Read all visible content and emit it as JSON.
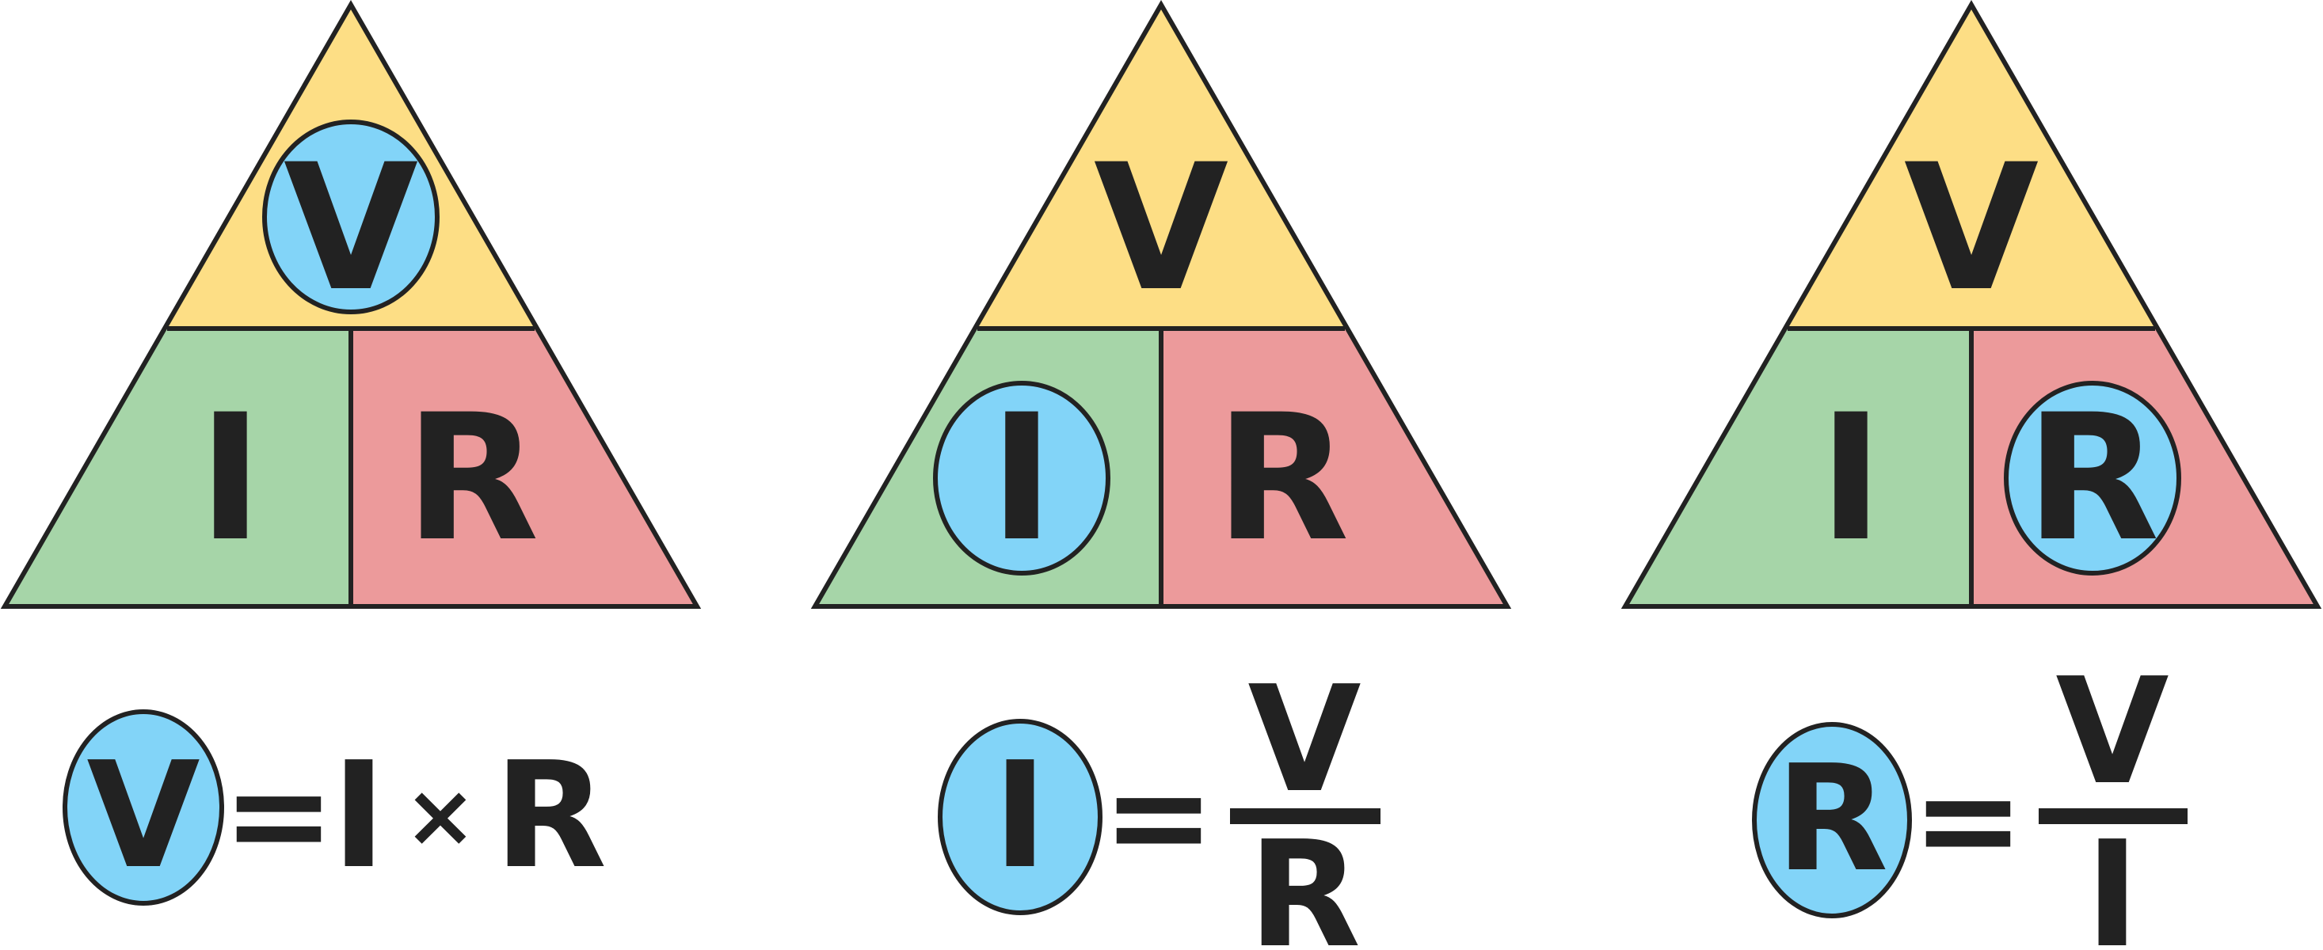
{
  "colors": {
    "top": "#FDDE85",
    "left": "#A6D5A8",
    "right": "#EC9A9B",
    "highlight": "#82D4F8",
    "stroke": "#222222"
  },
  "triangles": [
    {
      "top": "V",
      "left": "I",
      "right": "R",
      "highlight": "top"
    },
    {
      "top": "V",
      "left": "I",
      "right": "R",
      "highlight": "left"
    },
    {
      "top": "V",
      "left": "I",
      "right": "R",
      "highlight": "right"
    }
  ],
  "equations": [
    {
      "lhs": "V",
      "equals": "=",
      "a": "I",
      "times": "×",
      "b": "R"
    },
    {
      "lhs": "I",
      "equals": "=",
      "numerator": "V",
      "denominator": "R"
    },
    {
      "lhs": "R",
      "equals": "=",
      "numerator": "V",
      "denominator": "I"
    }
  ]
}
